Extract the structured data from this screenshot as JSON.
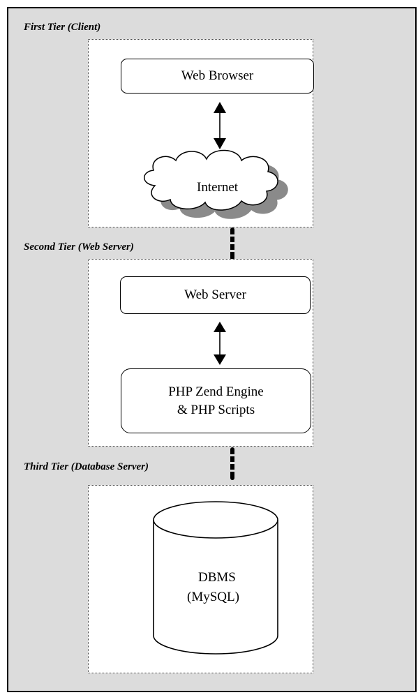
{
  "tiers": {
    "first": {
      "label": "First Tier (Client)",
      "web_browser": "Web Browser",
      "internet": "Internet"
    },
    "second": {
      "label": "Second Tier (Web Server)",
      "web_server": "Web Server",
      "php_line1": "PHP Zend Engine",
      "php_line2": "& PHP Scripts"
    },
    "third": {
      "label": "Third Tier (Database Server)",
      "dbms_line1": "DBMS",
      "dbms_line2": "(MySQL)"
    }
  },
  "colors": {
    "background": "#dcdcdc",
    "panel": "#ffffff",
    "cloud_shadow": "#8a8a8a"
  }
}
